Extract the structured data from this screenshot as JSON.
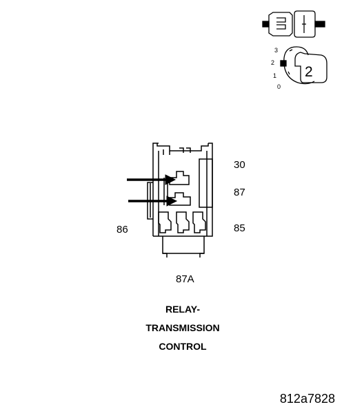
{
  "connector_icon": {
    "name": "connector-view-icon"
  },
  "key_icon": {
    "name": "ignition-key-position-icon",
    "positions": [
      "3",
      "2",
      "1",
      "0"
    ],
    "selected": "2"
  },
  "terminals": {
    "t30": "30",
    "t87": "87",
    "t86": "86",
    "t85": "85",
    "t87a": "87A"
  },
  "title": {
    "line1": "RELAY-",
    "line2": "TRANSMISSION",
    "line3": "CONTROL"
  },
  "figure_id": "812a7828"
}
